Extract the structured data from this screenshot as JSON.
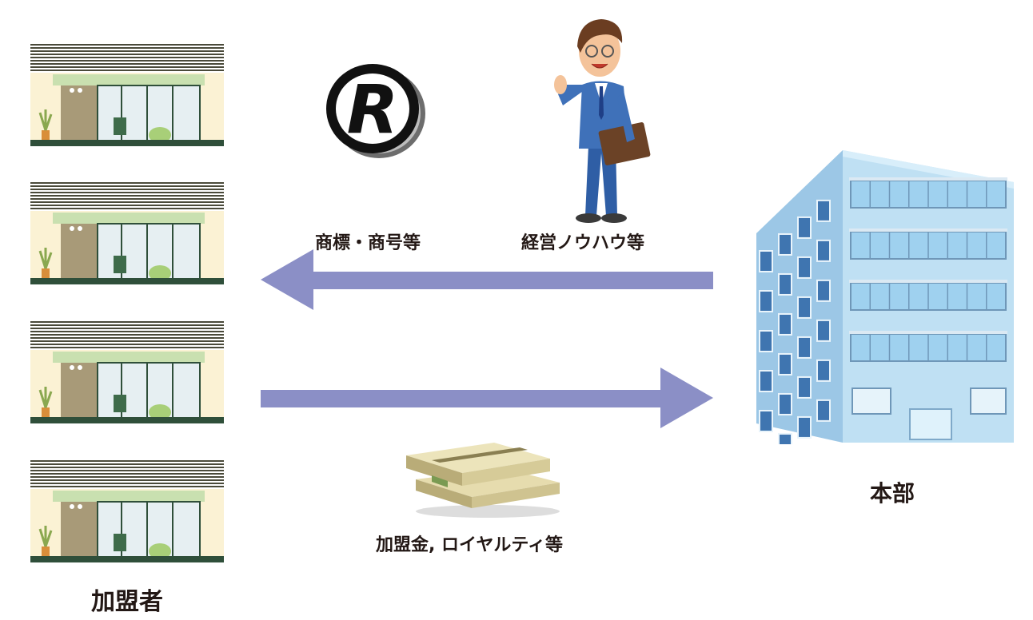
{
  "labels": {
    "trademark": "商標・商号等",
    "knowhow": "経営ノウハウ等",
    "fees": "加盟金, ロイヤルティ等",
    "franchisee": "加盟者",
    "headquarters": "本部"
  },
  "registered_mark": "R",
  "colors": {
    "arrow": "#8b8fc6",
    "awning": "#c9e0b0",
    "store_wall": "#fbf2d4",
    "building_front": "#bfe0f3",
    "building_side": "#9cc7e6",
    "suit": "#3f71b9",
    "text": "#231815"
  },
  "icons": [
    "store-icon",
    "registered-trademark-icon",
    "businessman-icon",
    "cash-stack-icon",
    "office-building-icon"
  ]
}
